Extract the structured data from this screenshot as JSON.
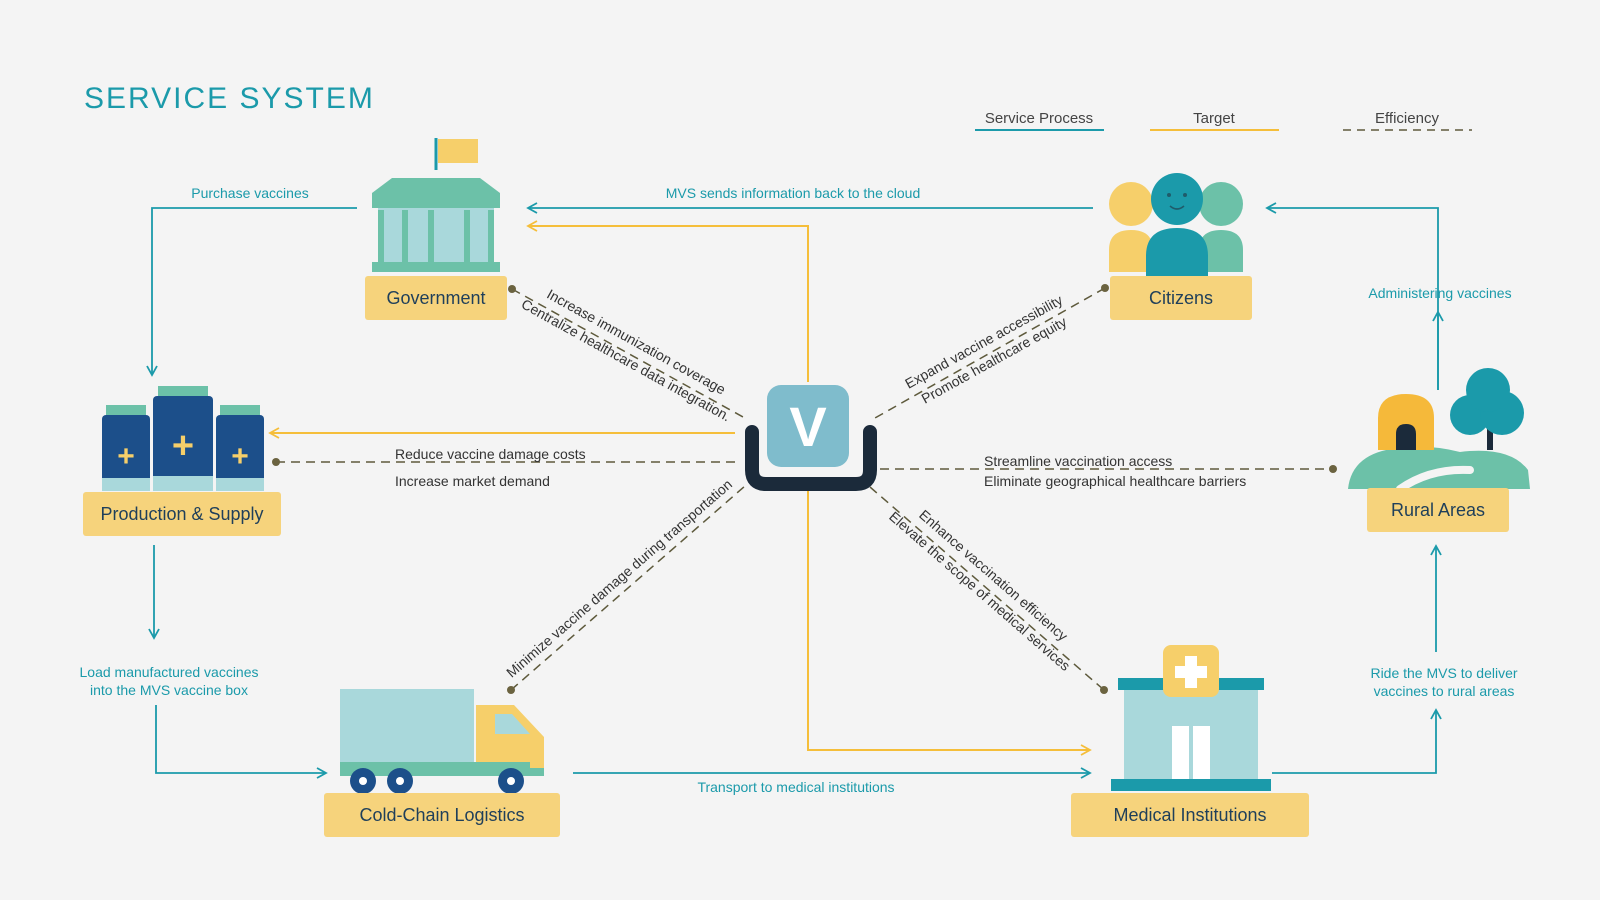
{
  "title": "SERVICE SYSTEM",
  "colors": {
    "service": "#1b9aaa",
    "target": "#f5be3a",
    "efficiency": "#5e5a3c",
    "node_bg": "#f6d37c",
    "navy": "#1c4f8a",
    "teal": "#6cc1a8",
    "light": "#a9d8db"
  },
  "legend": {
    "service_process": "Service Process",
    "target": "Target",
    "efficiency": "Efficiency"
  },
  "nodes": {
    "government": "Government",
    "citizens": "Citizens",
    "production": "Production & Supply",
    "rural": "Rural Areas",
    "logistics": "Cold-Chain Logistics",
    "medical": "Medical Institutions"
  },
  "center_icon": "V",
  "flows": {
    "purchase": "Purchase vaccines",
    "mvs_cloud": "MVS sends information back to the cloud",
    "administering": "Administering vaccines",
    "load_1": "Load manufactured vaccines",
    "load_2": "into the MVS vaccine box",
    "transport": "Transport to medical institutions",
    "ride_1": "Ride the MVS to deliver",
    "ride_2": "vaccines to rural areas"
  },
  "efficiency": {
    "gov_1": "Increase immunization coverage",
    "gov_2": "Centralize healthcare data integration.",
    "cit_1": "Expand vaccine accessibility",
    "cit_2": "Promote healthcare equity",
    "prod_1": "Reduce vaccine damage costs",
    "prod_2": "Increase market demand",
    "rural_1": "Streamline vaccination access",
    "rural_2": "Eliminate geographical healthcare barriers",
    "log_1": "Minimize vaccine damage during transportation",
    "med_1": "Enhance vaccination efficiency",
    "med_2": "Elevate the scope of medical services"
  }
}
